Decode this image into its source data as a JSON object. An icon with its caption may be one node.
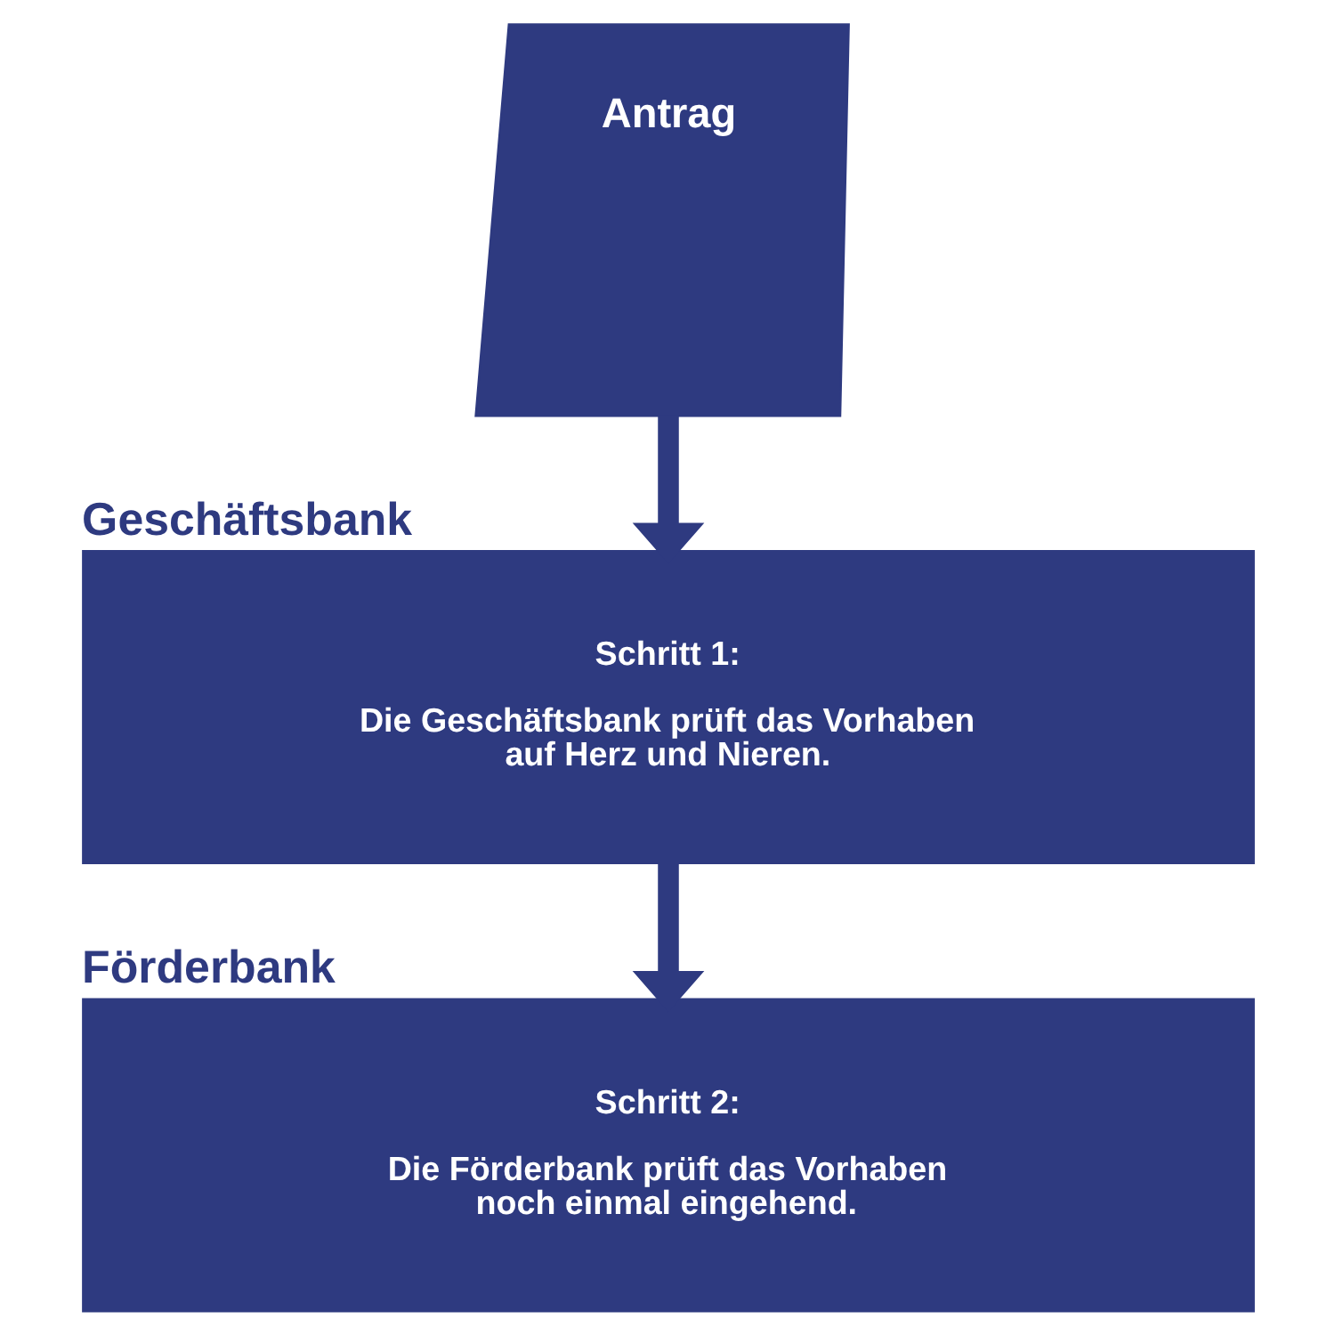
{
  "diagram": {
    "nodes": [
      {
        "text": [
          "Antrag"
        ]
      },
      {
        "text": [
          "Geschäftsbank",
          "Schritt 1:",
          "Die Geschäftsbank prüft das Vorhaben auf Herz und Nieren."
        ]
      },
      {
        "text": [
          "Förderbank",
          "Schritt 2:",
          "Die Förderbank prüft das Vorhaben noch einmal eingehend."
        ]
      }
    ],
    "edges": [
      {
        "from": 0,
        "to": 1,
        "arrow": "to"
      },
      {
        "from": 1,
        "to": 2,
        "arrow": "to"
      }
    ]
  }
}
